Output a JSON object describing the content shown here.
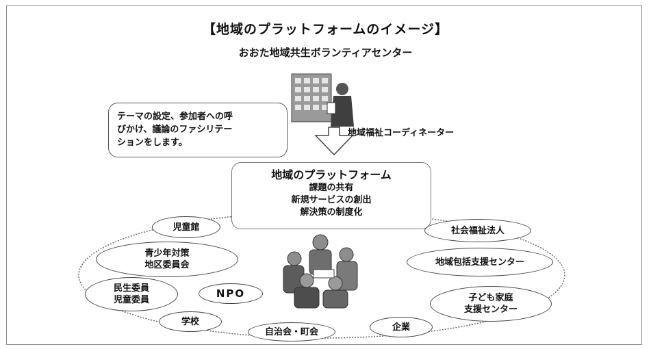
{
  "title": "【地域のプラットフォームのイメージ】",
  "subtitle": "おおた地域共生ボランティアセンター",
  "coordinator_label": "地域福祉コーディネーター",
  "speech_bubble": {
    "lines": [
      "テーマの設定、参加者への呼",
      "びかけ、議論のファシリテー",
      "ションをします。"
    ]
  },
  "platform": {
    "title": "地域のプラットフォーム",
    "items": [
      "課題の共有",
      "新規サービスの創出",
      "解決策の制度化"
    ]
  },
  "nodes": {
    "jidokan": "児童館",
    "seishonen": [
      "青少年対策",
      "地区委員会"
    ],
    "minsei": [
      "民生委員",
      "児童委員"
    ],
    "npo": "NPO",
    "gakko": "学校",
    "jichikai": "自治会・町会",
    "kigyo": "企業",
    "shakai_fukushi": "社会福祉法人",
    "houkatsu": "地域包括支援センター",
    "kodomo": [
      "子ども家庭",
      "支援センター"
    ]
  }
}
